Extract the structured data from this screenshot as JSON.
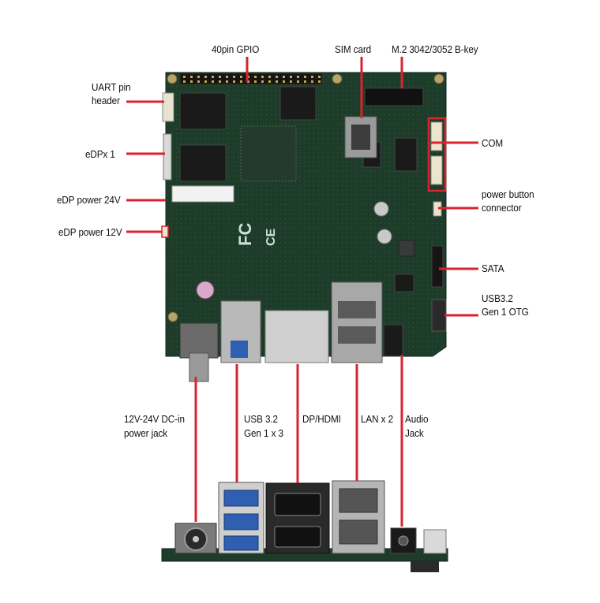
{
  "colors": {
    "callout": "#d9232d",
    "pcb": "#1d3d2a",
    "background": "#ffffff"
  },
  "labels": {
    "gpio": "40pin GPIO",
    "sim": "SIM card",
    "m2": "M.2 3042/3052 B-key",
    "uart_1": "UART pin",
    "uart_2": "header",
    "edp": "eDPx 1",
    "com": "COM",
    "edp24": "eDP power 24V",
    "powerbtn_1": "power button",
    "powerbtn_2": "connector",
    "edp12": "eDP power 12V",
    "sata": "SATA",
    "usbotg_1": "USB3.2",
    "usbotg_2": "Gen 1 OTG",
    "dcin_1": "12V-24V DC-in",
    "dcin_2": "power jack",
    "usb3_1": "USB 3.2",
    "usb3_2": "Gen 1 x 3",
    "dphdmi": "DP/HDMI",
    "lan": "LAN x 2",
    "audio_1": "Audio",
    "audio_2": "Jack"
  },
  "board_text": {
    "fc_mark": "FC",
    "ce_mark": "CE"
  }
}
